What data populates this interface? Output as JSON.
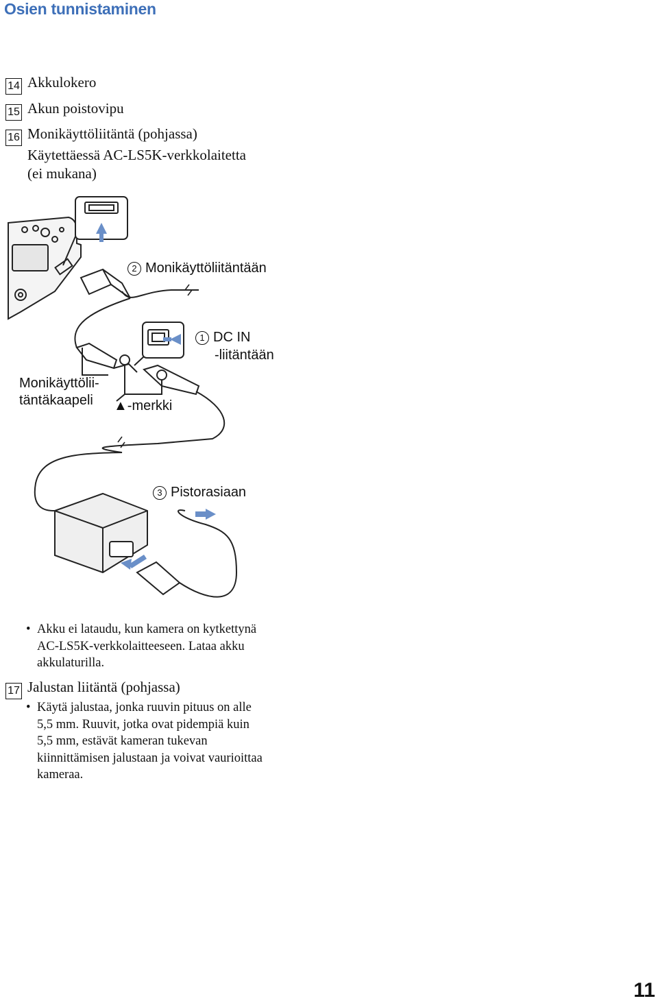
{
  "header": {
    "title": "Osien tunnistaminen"
  },
  "items": [
    {
      "num": "14",
      "title": "Akkulokero"
    },
    {
      "num": "15",
      "title": "Akun poistovipu"
    },
    {
      "num": "16",
      "title": "Monikäyttöliitäntä (pohjassa)",
      "lines": [
        "Käytettäessä AC-LS5K-verkkolaitetta",
        "(ei mukana)"
      ]
    }
  ],
  "diagram": {
    "step2": {
      "num": "2",
      "text": "Monikäyttöliitäntään"
    },
    "step1": {
      "num": "1",
      "line1": "DC IN",
      "line2": "-liitäntään"
    },
    "step3": {
      "num": "3",
      "text": "Pistorasiaan"
    },
    "cable_label": {
      "line1": "Monikäyttölii-",
      "line2": "täntäkaapeli"
    },
    "mark_label": {
      "symbol": "▲",
      "text": "-merkki"
    }
  },
  "bullets16": [
    [
      "Akku ei lataudu, kun kamera on kytkettynä",
      "AC-LS5K-verkkolaitteeseen. Lataa akku",
      "akkulaturilla."
    ]
  ],
  "item17": {
    "num": "17",
    "title": "Jalustan liitäntä (pohjassa)"
  },
  "bullets17": [
    [
      "Käytä jalustaa, jonka ruuvin pituus on alle",
      "5,5 mm. Ruuvit, jotka ovat pidempiä kuin",
      "5,5 mm, estävät kameran tukevan",
      "kiinnittämisen jalustaan ja voivat vaurioittaa",
      "kameraa."
    ]
  ],
  "bullet_symbol": "•",
  "page_number": "11",
  "colors": {
    "title": "#3d6fb8",
    "arrow": "#6a8fc8"
  }
}
